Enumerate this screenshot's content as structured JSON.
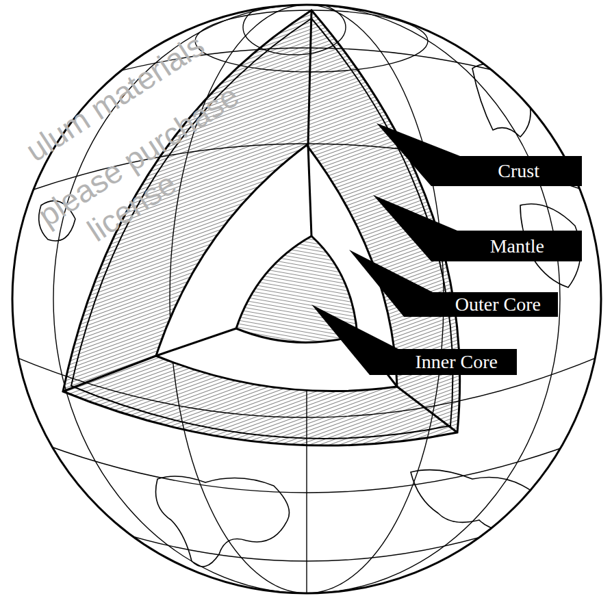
{
  "diagram": {
    "nodes": [
      {
        "text": [
          "Crust"
        ]
      },
      {
        "text": [
          "Mantle"
        ]
      },
      {
        "text": [
          "Outer Core"
        ]
      },
      {
        "text": [
          "Inner Core"
        ]
      }
    ],
    "labels": [
      "ulum materials",
      "please purchase",
      "license"
    ]
  }
}
